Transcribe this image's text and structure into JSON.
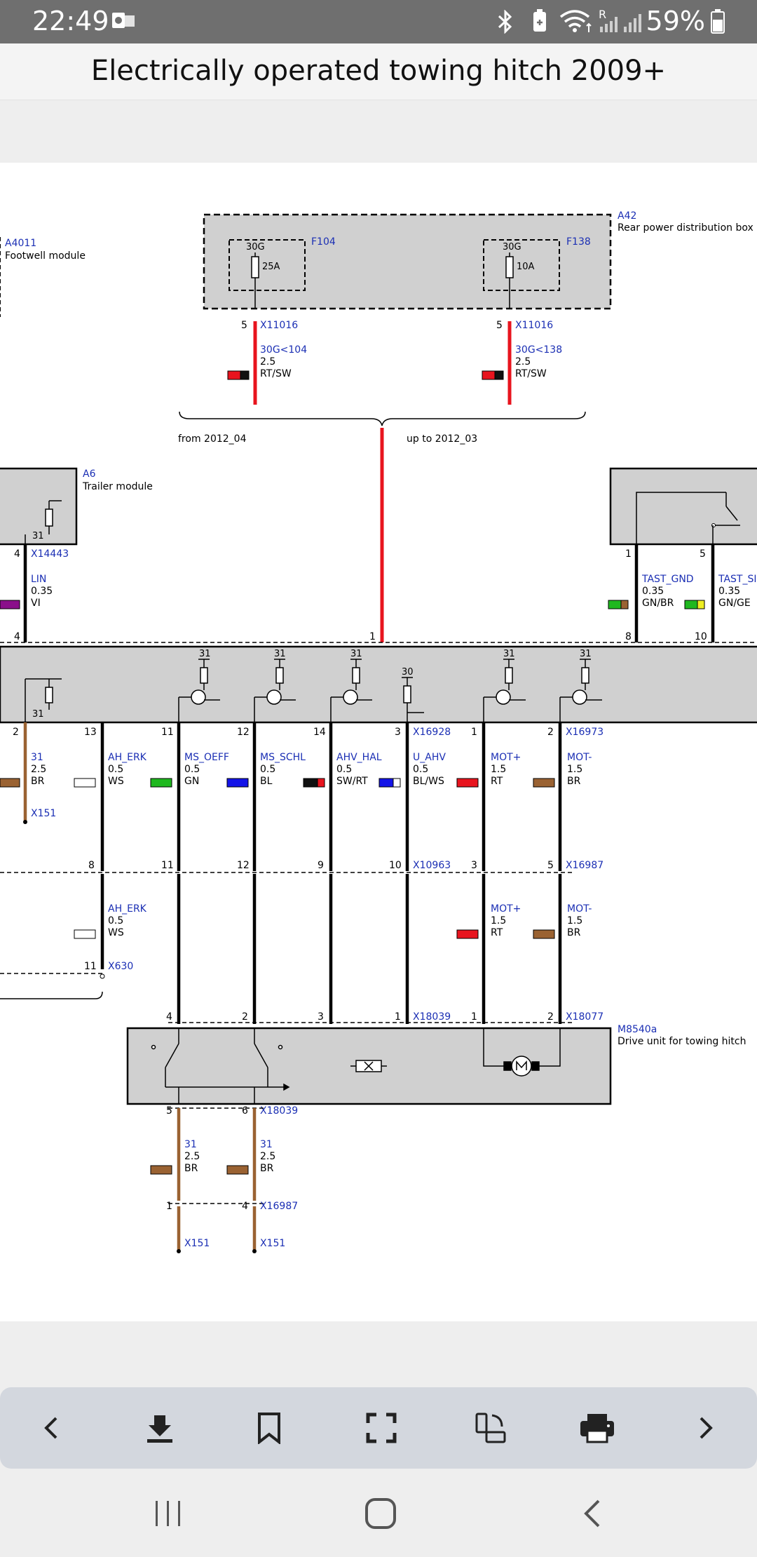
{
  "status": {
    "time": "22:49",
    "battery": "59%",
    "icons": [
      "outlook-icon",
      "bluetooth-icon",
      "battery-saver-icon",
      "wifi-icon",
      "signal-icon",
      "roaming-signal-icon",
      "battery-icon"
    ]
  },
  "header": {
    "title": "Electrically operated towing hitch 2009+"
  },
  "diagram": {
    "modules": {
      "a4011": {
        "id": "A4011",
        "name": "Footwell module"
      },
      "a42": {
        "id": "A42",
        "name": "Rear power distribution box"
      },
      "a6": {
        "id": "A6",
        "name": "Trailer module"
      },
      "m8540a": {
        "id": "M8540a",
        "name": "Drive unit for towing hitch"
      }
    },
    "fuses": {
      "f104": {
        "id": "F104",
        "terminal": "30G",
        "rating": "25A"
      },
      "f138": {
        "id": "F138",
        "terminal": "30G",
        "rating": "10A"
      }
    },
    "branches": {
      "left": "from 2012_04",
      "right": "up to 2012_03"
    },
    "labels": {
      "pin5a": "5",
      "pin5b": "5",
      "x11016a": "X11016",
      "x11016b": "X11016",
      "w104_name": "30G<104",
      "w104_size": "2.5",
      "w104_color": "RT/SW",
      "w138_name": "30G<138",
      "w138_size": "2.5",
      "w138_color": "RT/SW",
      "a6_31": "31",
      "a6_pin4": "4",
      "x14443": "X14443",
      "lin_name": "LIN",
      "lin_size": "0.35",
      "lin_color": "VI",
      "lin_pin4": "4",
      "center_pin1": "1",
      "rt_pin1": "1",
      "rt_pin5": "5",
      "tast_gnd": "TAST_GND",
      "tast_gnd_size": "0.35",
      "tast_gnd_color": "GN/BR",
      "tast_s": "TAST_SI",
      "tast_s_size": "0.35",
      "tast_s_color": "GN/GE",
      "rt_pin8": "8",
      "rt_pin10": "10",
      "ecu_31_left": "31",
      "t31_1": "31",
      "t31_2": "31",
      "t31_3": "31",
      "t31_4": "31",
      "t31_5": "31",
      "t30": "30",
      "p2": "2",
      "p13": "13",
      "p11": "11",
      "p12": "12",
      "p14": "14",
      "p3": "3",
      "x16928": "X16928",
      "p1b": "1",
      "p2b": "2",
      "x16973": "X16973",
      "w31_name": "31",
      "w31_size": "2.5",
      "w31_color": "BR",
      "x151a": "X151",
      "ah_erk": "AH_ERK",
      "ah_erk_size": "0.5",
      "ah_erk_color": "WS",
      "ms_oeff": "MS_OEFF",
      "ms_oeff_size": "0.5",
      "ms_oeff_color": "GN",
      "ms_schl": "MS_SCHL",
      "ms_schl_size": "0.5",
      "ms_schl_color": "BL",
      "ahv_hal": "AHV_HAL",
      "ahv_hal_size": "0.5",
      "ahv_hal_color": "SW/RT",
      "u_ahv": "U_AHV",
      "u_ahv_size": "0.5",
      "u_ahv_color": "BL/WS",
      "motp": "MOT+",
      "motp_size": "1.5",
      "motp_color": "RT",
      "motm": "MOT-",
      "motm_size": "1.5",
      "motm_color": "BR",
      "q8": "8",
      "q11": "11",
      "q12": "12",
      "q9": "9",
      "q10": "10",
      "x10963": "X10963",
      "q3": "3",
      "q5": "5",
      "x16987a": "X16987",
      "ah_erk2": "AH_ERK",
      "ah_erk2_size": "0.5",
      "ah_erk2_color": "WS",
      "motp2": "MOT+",
      "motp2_size": "1.5",
      "motp2_color": "RT",
      "motm2": "MOT-",
      "motm2_size": "1.5",
      "motm2_color": "BR",
      "r11": "11",
      "x630": "X630",
      "s4": "4",
      "s2": "2",
      "s3": "3",
      "s1": "1",
      "x18039a": "X18039",
      "s1b": "1",
      "s2b": "2",
      "x18077": "X18077",
      "u5": "5",
      "u6": "6",
      "x18039b": "X18039",
      "b1_name": "31",
      "b1_size": "2.5",
      "b1_color": "BR",
      "b2_name": "31",
      "b2_size": "2.5",
      "b2_color": "BR",
      "v1": "1",
      "v4": "4",
      "x16987b": "X16987",
      "x151b": "X151",
      "x151c": "X151"
    }
  },
  "toolbar": {
    "buttons": [
      "back-icon",
      "download-icon",
      "bookmark-icon",
      "fullscreen-icon",
      "rotate-screen-icon",
      "print-icon",
      "forward-icon"
    ]
  },
  "nav": {
    "buttons": [
      "recents-icon",
      "home-icon",
      "back-icon"
    ]
  }
}
